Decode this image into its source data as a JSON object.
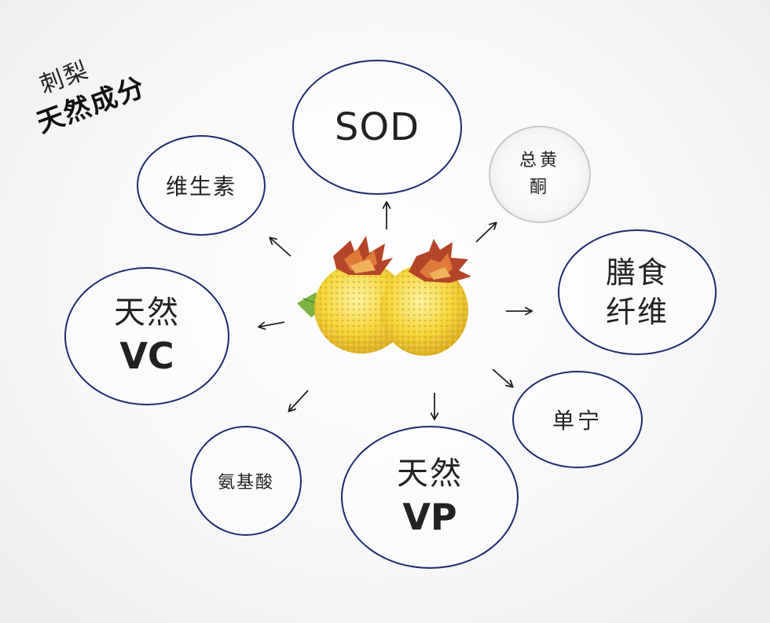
{
  "title": {
    "line1": "刺梨",
    "line2": "天然成分"
  },
  "nodes": {
    "sod": "SOD",
    "vitamin": "维生素",
    "flavonoid": {
      "line1": "总黄",
      "line2": "酮"
    },
    "dietary_fiber": {
      "line1": "膳食",
      "line2": "纤维"
    },
    "natural_vc": {
      "line1": "天然",
      "line2": "VC"
    },
    "tannin": "单宁",
    "amino_acid": "氨基酸",
    "natural_vp": {
      "line1": "天然",
      "line2": "VP"
    }
  },
  "colors": {
    "ellipse_border": "#1e2a6e",
    "fruit_yellow": "#f2d43a",
    "fruit_crown": "#b5452a",
    "arrow": "#222222"
  },
  "icons": {
    "center": "prickly-pear-fruit-illustration"
  }
}
